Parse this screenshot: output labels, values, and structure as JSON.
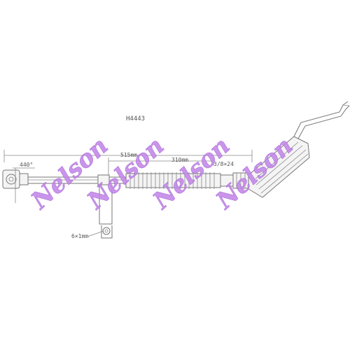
{
  "diagram": {
    "part_number": "H4443",
    "dimensions": {
      "angle": "440°",
      "total_length": "515mm",
      "section_length": "310mm",
      "thread": "3/8×24",
      "bracket": "6×1mm"
    },
    "watermarks": [
      "Nelson",
      "Nelson",
      "Nelson",
      "Nelson"
    ],
    "colors": {
      "line": "#777777",
      "watermark": "#c48ae8"
    }
  }
}
